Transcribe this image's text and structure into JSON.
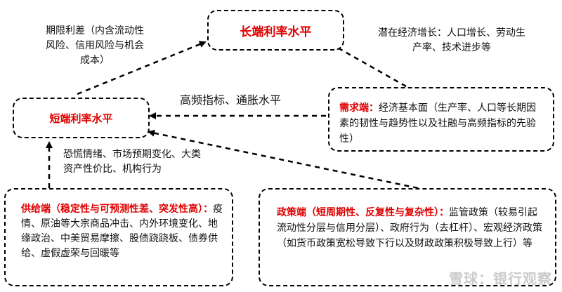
{
  "long_end": {
    "title": "长端利率水平"
  },
  "short_end": {
    "title": "短端利率水平"
  },
  "label_term_premium": "期限利差（内含流动性风险、信用风险与机会成本）",
  "label_potential_growth": "潜在经济增长：人口增长、劳动生产率、技术进步等",
  "label_high_freq": "高频指标、通胀水平",
  "label_sentiment": "恐慌情绪、市场预期变化、大类资产性价比、机构行为",
  "demand": {
    "head": "需求端：",
    "body": "经济基本面（生产率、人口等长期因素的韧性与趋势性以及社融与高频指标的先验性）"
  },
  "supply": {
    "head": "供给端（稳定性与可预测性差、突发性高）：",
    "body": "疫情、原油等大宗商品冲击、内外环境变化、地缘政治、中美贸易摩擦、股债跷跷板、债券供给、虚假虚荣与回暖等"
  },
  "policy": {
    "head": "政策端（短周期性、反复性与复杂性）：",
    "body": "监管政策（较易引起流动性分层与信用分层）、政府行为（去杠杆）、宏观经济政策（如货币政策宽松导致下行以及财政政策积极导致上行）等"
  },
  "watermark": "雪球：银行观察"
}
